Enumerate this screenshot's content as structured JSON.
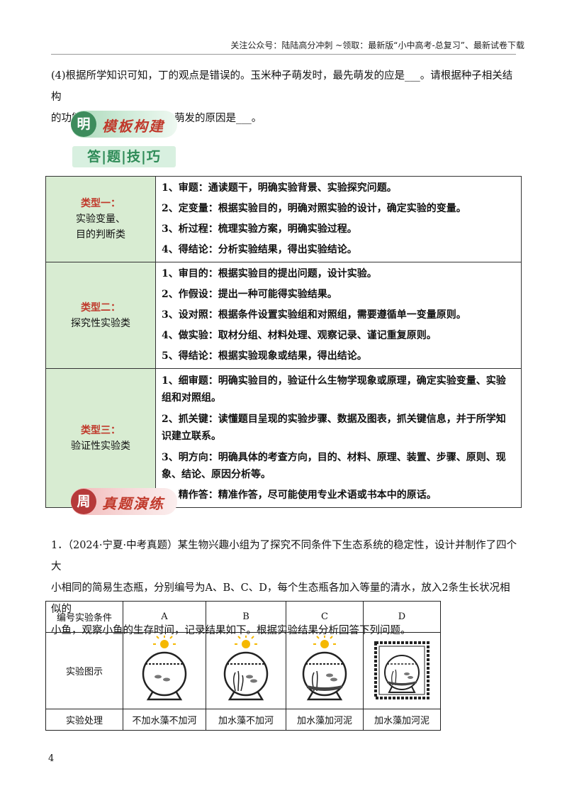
{
  "header": {
    "notice": "关注公众号：陆陆高分冲刺 ~领取：最新版“小中高考-总复习”、最新试卷下载"
  },
  "question4": {
    "line1": "(4)根据所学知识可知，丁的观点是错误的。玉米种子萌发时，最先萌发的应是___。请根据种子相关结构",
    "line2": "的功能分析，胚芽不必最先萌发的原因是___。"
  },
  "banner_model": {
    "badge": "明",
    "title": "模板构建"
  },
  "tips_title": "答|题|技|巧",
  "guide": [
    {
      "type_label": "类型一：",
      "type_name_lines": [
        "实验变量、",
        "目的判断类"
      ],
      "steps": [
        "1、审题：通读题干，明确实验背景、实验探究问题。",
        "2、定变量：根据实验目的，明确对照实验的设计，确定实验的变量。",
        "3、析过程：梳理实验方案，明确实验过程。",
        "4、得结论：分析实验结果，得出实验结论。"
      ]
    },
    {
      "type_label": "类型二：",
      "type_name_lines": [
        "探究性实验类"
      ],
      "steps": [
        "1、审目的：根据实验目的提出问题，设计实验。",
        "2、作假设：提出一种可能得实验结果。",
        "3、设对照：根据条件设置实验组和对照组，需要遵循单一变量原则。",
        "4、做实验：取材分组、材料处理、观察记录、谨记重复原则。",
        "5、得结论：根据实验现象或结果，得出结论。"
      ]
    },
    {
      "type_label": "类型三：",
      "type_name_lines": [
        "验证性实验类"
      ],
      "steps": [
        "1、细审题：明确实验目的，验证什么生物学现象或原理，确定实验变量、实验组和对照组。",
        "2、抓关键：读懂题目呈现的实验步骤、数据及图表，抓关键信息，并于所学知识建立联系。",
        "3、明方向：明确具体的考查方向，目的、材料、原理、装置、步骤、原则、现象、结论、原因分析等。",
        "4、精作答：精准作答，尽可能使用专业术语或书本中的原话。"
      ]
    }
  ],
  "banner_practice": {
    "badge": "周",
    "title": "真题演练"
  },
  "problem1": {
    "line1": "1．（2024·宁夏·中考真题）某生物兴趣小组为了探究不同条件下生态系统的稳定性，设计并制作了四个大",
    "line2": "小相同的简易生态瓶，分别编号为A、B、C、D，每个生态瓶各加入等量的清水，放入2条生长状况相似的",
    "line3": "小鱼，观察小鱼的生存时间，记录结果如下。根据实验结果分析回答下列问题。"
  },
  "exp_table": {
    "header_label": "编号实验条件",
    "columns": [
      "A",
      "B",
      "C",
      "D"
    ],
    "row_figure_label": "实验图示",
    "row_treatment_label": "实验处理",
    "treatments": [
      "不加水藻不加河",
      "加水藻不加河",
      "加水藻加河泥",
      "加水藻加河泥"
    ]
  },
  "page_number": "4"
}
